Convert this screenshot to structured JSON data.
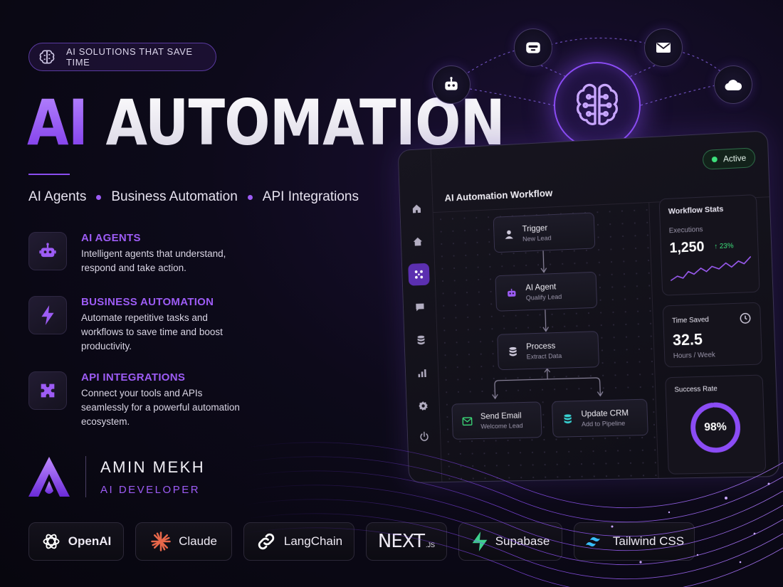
{
  "badge": {
    "text": "AI SOLUTIONS THAT SAVE TIME"
  },
  "hero": {
    "word1": "AI",
    "word2": "AUTOMATION"
  },
  "tags": [
    "AI Agents",
    "Business Automation",
    "API Integrations"
  ],
  "features": [
    {
      "title": "AI AGENTS",
      "desc": "Intelligent agents that understand, respond and take action.",
      "icon": "robot-icon"
    },
    {
      "title": "BUSINESS AUTOMATION",
      "desc": "Automate repetitive tasks and workflows to save time and boost productivity.",
      "icon": "lightning-icon"
    },
    {
      "title": "API INTEGRATIONS",
      "desc": "Connect your tools and APIs seamlessly for a powerful automation ecosystem.",
      "icon": "puzzle-icon"
    }
  ],
  "brand": {
    "name": "AMIN MEKH",
    "role": "AI DEVELOPER"
  },
  "tech": [
    {
      "label": "OpenAI",
      "icon": "openai-icon"
    },
    {
      "label": "Claude",
      "icon": "claude-icon"
    },
    {
      "label": "LangChain",
      "icon": "link-icon"
    },
    {
      "label": "NEXT",
      "suffix": ".JS",
      "icon": "next-icon"
    },
    {
      "label": "Supabase",
      "icon": "supabase-icon"
    },
    {
      "label": "Tailwind CSS",
      "icon": "tailwind-icon"
    }
  ],
  "panel": {
    "title": "AI Automation Workflow",
    "status": "Active",
    "nodes": {
      "trigger": {
        "title": "Trigger",
        "sub": "New Lead"
      },
      "agent": {
        "title": "AI Agent",
        "sub": "Qualify Lead"
      },
      "process": {
        "title": "Process",
        "sub": "Extract Data"
      },
      "email": {
        "title": "Send Email",
        "sub": "Welcome Lead"
      },
      "crm": {
        "title": "Update CRM",
        "sub": "Add to Pipeline"
      }
    },
    "stats": {
      "title": "Workflow Stats",
      "exec_label": "Executions",
      "exec_value": "1,250",
      "exec_change": "↑ 23%",
      "time_label": "Time Saved",
      "time_value": "32.5",
      "time_unit": "Hours / Week",
      "success_label": "Success Rate",
      "success_value": "98%",
      "success_fraction": 0.98
    }
  },
  "colors": {
    "accent": "#9d5cf5",
    "active": "#3de07b",
    "background": "#0d0a1a"
  }
}
